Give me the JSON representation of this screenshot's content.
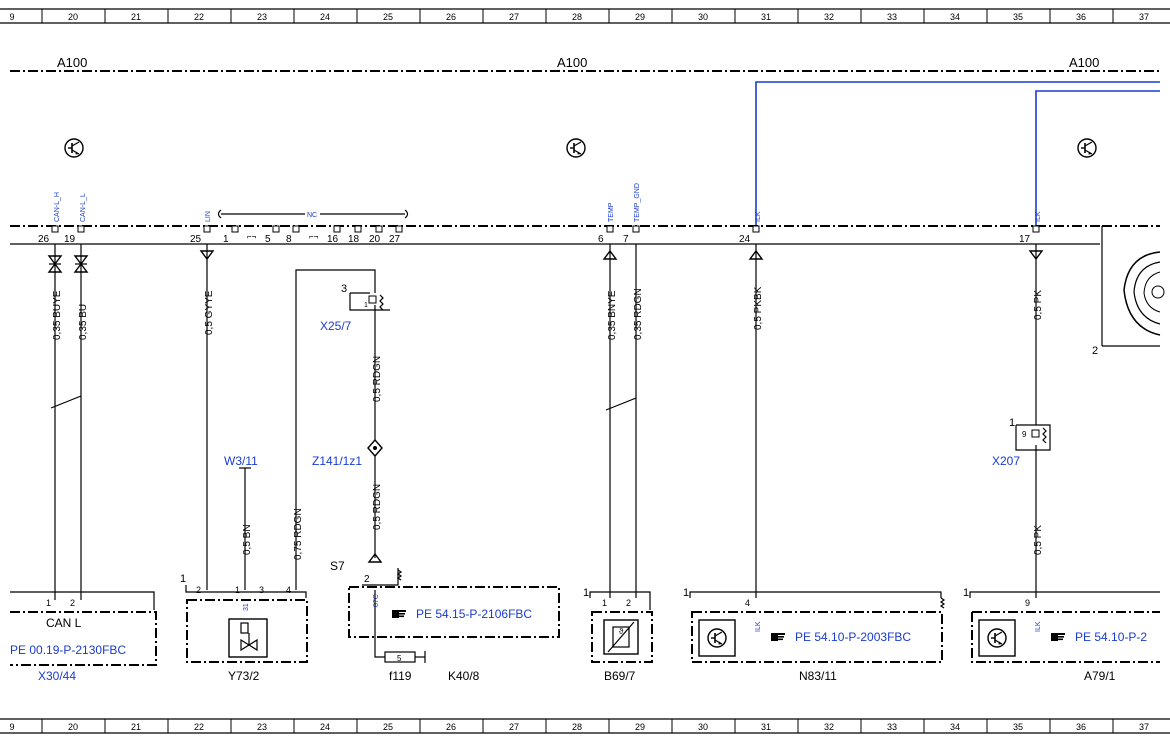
{
  "grid_ruler": {
    "labels": [
      "9",
      "20",
      "21",
      "22",
      "23",
      "24",
      "25",
      "26",
      "27",
      "28",
      "29",
      "30",
      "31",
      "32",
      "33",
      "34",
      "35",
      "36",
      "37"
    ]
  },
  "module": {
    "labels": [
      "A100",
      "A100",
      "A100"
    ]
  },
  "connector_pins": {
    "signal_labels": [
      "CAN-L_H",
      "CAN-L_L",
      "LIN",
      "NC",
      "TEMP",
      "TEMP_GND",
      "ILK",
      "ILK"
    ],
    "pin_numbers": [
      "26",
      "19",
      "25",
      "1",
      "5",
      "8",
      "16",
      "18",
      "20",
      "27",
      "6",
      "7",
      "24",
      "17"
    ]
  },
  "wires": {
    "labels": [
      "0,35 BUYE",
      "0,35 BU",
      "0,5 GYYE",
      "0,75 RDGN",
      "0,5 RDGN",
      "0,5 RDGN",
      "0,5 BN",
      "0,35 BNYE",
      "0,35 RDGN",
      "0,5 PKBK",
      "0,5 PK",
      "0,5 PK"
    ]
  },
  "components": {
    "x25_7": {
      "name": "X25/7",
      "pin_top": "3",
      "pin_inner": "1"
    },
    "z141": {
      "name": "Z141/1z1"
    },
    "w3": {
      "name": "W3/11"
    },
    "x207": {
      "name": "X207",
      "pin_top": "1",
      "pin_inner": "9"
    },
    "s7": {
      "name": "S7",
      "pin": "2",
      "signal": "87C",
      "ref": "PE 54.15-P-2106FBC"
    },
    "x30_44": {
      "name": "X30/44",
      "pins": [
        "1",
        "2"
      ],
      "text": "CAN L",
      "ref": "PE 00.19-P-2130FBC"
    },
    "y73_2": {
      "name": "Y73/2",
      "pin_top": "1",
      "pins": [
        "2",
        "1",
        "3",
        "4"
      ],
      "signal": "31"
    },
    "f119": {
      "name": "f119",
      "fuse_pin": "5"
    },
    "k40_8": {
      "name": "K40/8"
    },
    "b69_7": {
      "name": "B69/7",
      "pin_top": "1",
      "pins": [
        "1",
        "2"
      ]
    },
    "n83_11": {
      "name": "N83/11",
      "pin_top": "1",
      "pin": "4",
      "signal": "ILK",
      "ref": "PE 54.10-P-2003FBC"
    },
    "a79_1": {
      "name": "A79/1",
      "pin_top": "1",
      "pin": "9",
      "signal": "ILK",
      "ref": "PE 54.10-P-2"
    },
    "right_box": {
      "pin": "2"
    }
  },
  "colors": {
    "line": "#000000",
    "label": "#1a3ccf",
    "blue_wire": "#1a3ccf"
  },
  "icons": [
    "transistor-icon",
    "solenoid-valve-icon",
    "temperature-sensor-icon",
    "pointing-hand-icon",
    "resistor-icon",
    "connector-arrow-icon",
    "splice-icon",
    "fuse-icon",
    "ignition-lock-icon"
  ]
}
